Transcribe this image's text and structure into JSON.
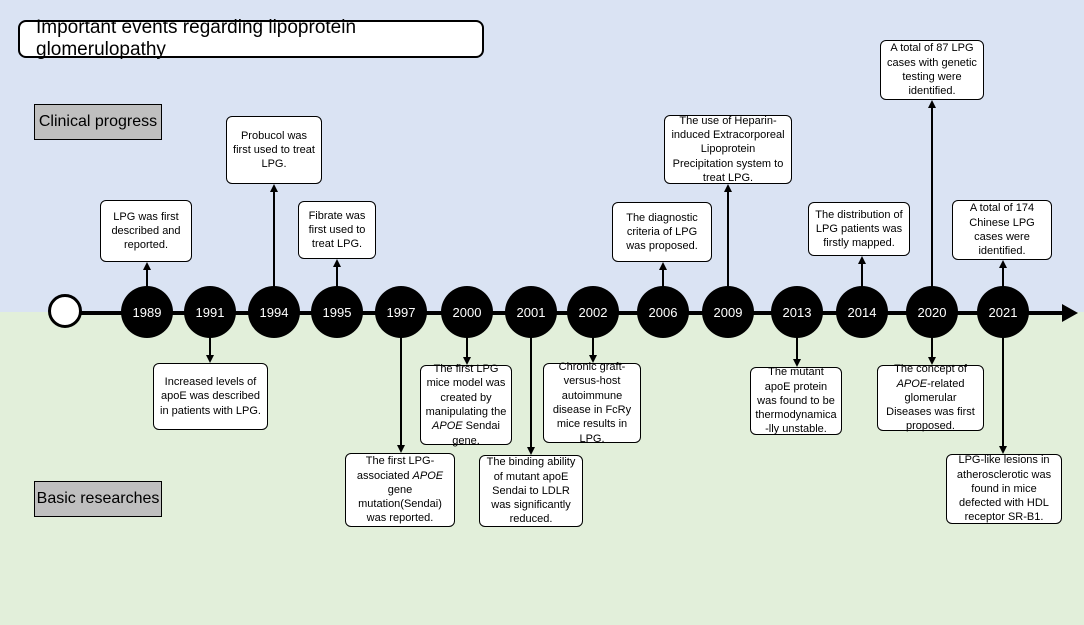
{
  "title": "Important events regarding lipoprotein glomerulopathy",
  "labels": {
    "clinical": "Clinical progress",
    "basic": "Basic researches"
  },
  "years": [
    "1989",
    "1991",
    "1994",
    "1995",
    "1997",
    "2000",
    "2001",
    "2002",
    "2006",
    "2009",
    "2013",
    "2014",
    "2020",
    "2021"
  ],
  "events": {
    "e1989": "LPG was first described and reported.",
    "e1991": "Increased levels of apoE was described in patients with LPG.",
    "e1994": "Probucol was first used to treat LPG.",
    "e1995": "Fibrate was first used to treat LPG.",
    "e1997_pre": "The first LPG-associated ",
    "e1997_em": "APOE",
    "e1997_post": " gene mutation(Sendai) was reported.",
    "e2000_pre": "The first LPG mice model  was created by manipulating the ",
    "e2000_em": "APOE",
    "e2000_post": " Sendai gene.",
    "e2001": "The binding ability of mutant apoE Sendai to LDLR was significantly reduced.",
    "e2002": "Chronic graft-versus-host autoimmune disease in FcRy mice results in LPG.",
    "e2006": "The diagnostic criteria of LPG was proposed.",
    "e2009": "The use of Heparin-induced Extracorporeal Lipoprotein Precipitation system to treat LPG.",
    "e2013": "The mutant apoE protein was found to be thermodynamica -lly unstable.",
    "e2014": "The distribution of LPG patients was firstly mapped.",
    "e2020a": "A total of 87 LPG cases with genetic testing were identified.",
    "e2020b_pre": "The concept of ",
    "e2020b_em": "APOE",
    "e2020b_post": "-related glomerular Diseases was first proposed.",
    "e2021a": "A total of 174 Chinese LPG cases were identified.",
    "e2021b": "LPG-like lesions in atherosclerotic was found in mice defected with HDL receptor SR-B1."
  }
}
